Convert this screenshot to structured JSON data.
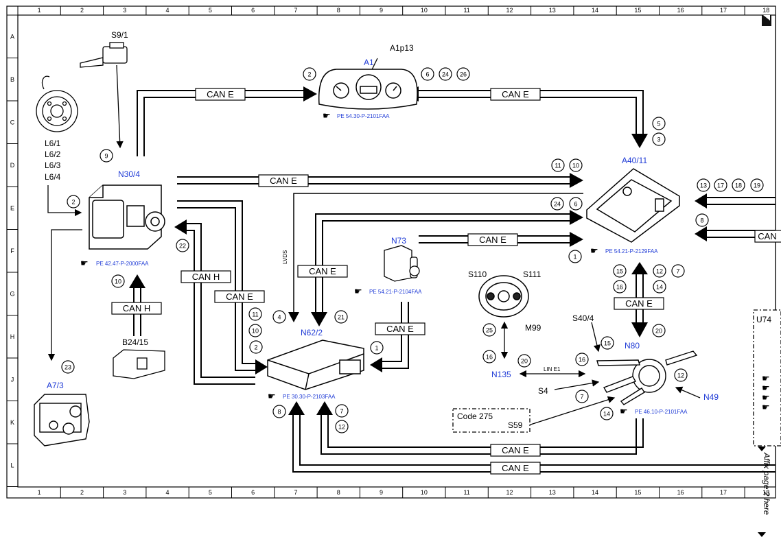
{
  "frame": {
    "columns": [
      "1",
      "2",
      "3",
      "4",
      "5",
      "6",
      "7",
      "8",
      "9",
      "10",
      "11",
      "12",
      "13",
      "14",
      "15",
      "16",
      "17",
      "18"
    ],
    "rows": [
      "A",
      "B",
      "C",
      "D",
      "E",
      "F",
      "G",
      "H",
      "J",
      "K",
      "L"
    ]
  },
  "components": {
    "s9_1": "S9/1",
    "l6": [
      "L6/1",
      "L6/2",
      "L6/3",
      "L6/4"
    ],
    "n30_4": "N30/4",
    "a1": "A1",
    "a1p13": "A1p13",
    "a40_11": "A40/11",
    "n73": "N73",
    "n62_2": "N62/2",
    "a7_3": "A7/3",
    "b24_15": "B24/15",
    "s110": "S110",
    "s111": "S111",
    "m99": "M99",
    "n135": "N135",
    "s40_4": "S40/4",
    "n80": "N80",
    "s4": "S4",
    "n49": "N49",
    "s59": "S59",
    "code275": "Code 275",
    "u74": "U74"
  },
  "references": {
    "a1": "PE 54.30-P-2101FAA",
    "n30_4": "PE 42.47-P-2000FAA",
    "a40_11": "PE 54.21-P-2129FAA",
    "n73": "PE 54.21-P-2104FAA",
    "n62_2": "PE 30.30-P-2103FAA",
    "n80": "PE 46.10-P-2101FAA"
  },
  "bus_labels": {
    "can_e": "CAN E",
    "can_h": "CAN H",
    "can_a": "CAN",
    "lin_e1": "LIN E1",
    "lvds": "LVDS"
  },
  "callouts": [
    "1",
    "2",
    "3",
    "4",
    "5",
    "6",
    "7",
    "8",
    "9",
    "10",
    "11",
    "12",
    "13",
    "14",
    "15",
    "16",
    "17",
    "18",
    "19",
    "20",
    "21",
    "22",
    "23",
    "24",
    "25",
    "26"
  ],
  "side_note": "Affix page 2 here",
  "colors": {
    "accent": "#1f3bd6",
    "line": "#000000"
  }
}
